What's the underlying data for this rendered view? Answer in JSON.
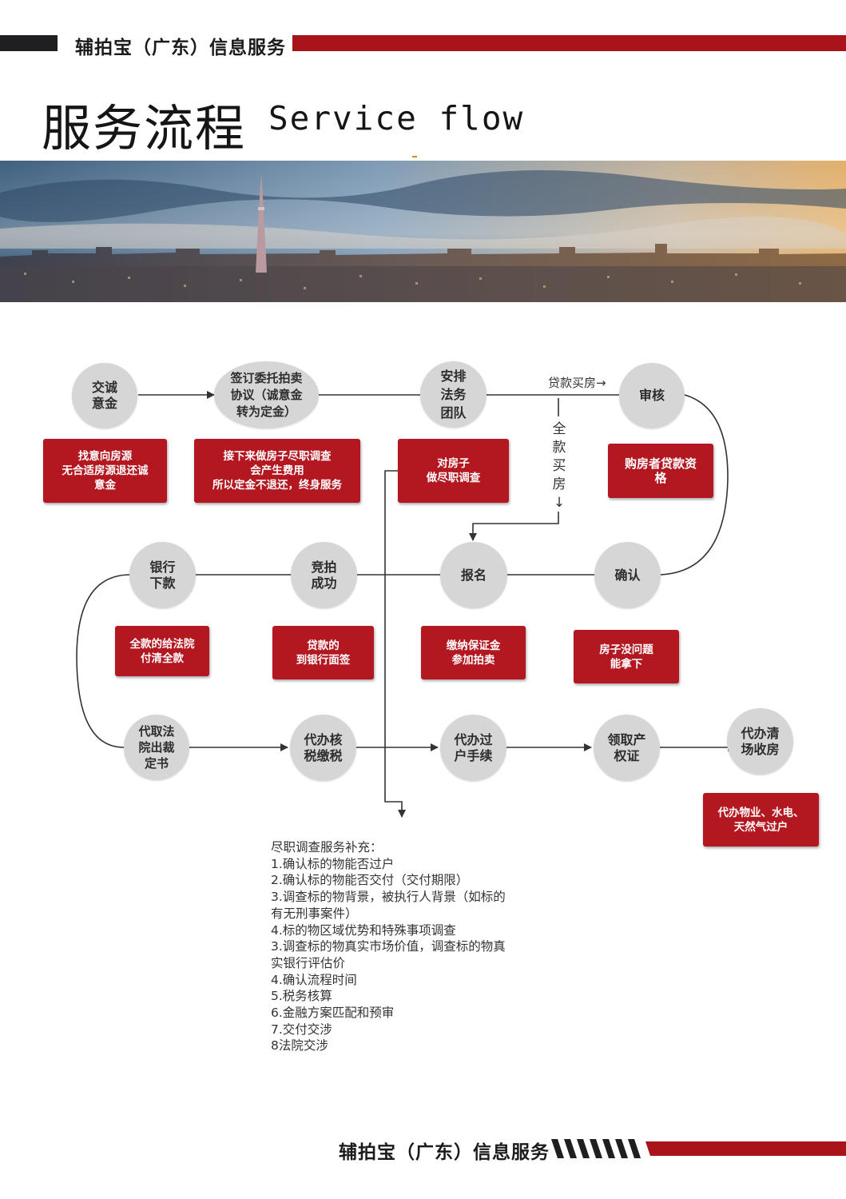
{
  "header": {
    "brand": "辅拍宝（广东）信息服务"
  },
  "title": {
    "cn": "服务流程",
    "en": "Service flow"
  },
  "flow": {
    "nodes": {
      "jiaocheng": "交诚\n意金",
      "qianding": "签订委托拍卖\n协议（诚意金\n转为定金）",
      "anpai": "安排\n法务\n团队",
      "shenhe": "审核",
      "yinhang": "银行\n下款",
      "jingpai": "竞拍\n成功",
      "baoming": "报名",
      "queren": "确认",
      "daiqu": "代取法\n院出裁\n定书",
      "daibanhe": "代办核\n税缴税",
      "daibanguo": "代办过\n户手续",
      "lingqu": "领取产\n权证",
      "daiqing": "代办清\n场收房"
    },
    "boxes": {
      "box1": "找意向房源\n无合适房源退还诚\n意金",
      "box2": "接下来做房子尽职调查\n会产生费用\n所以定金不退还，终身服务",
      "box3": "对房子\n做尽职调查",
      "box4": "购房者贷款资\n格",
      "box5": "全款的给法院\n付清全款",
      "box6": "贷款的\n到银行面签",
      "box7": "缴纳保证金\n参加拍卖",
      "box8": "房子没问题\n能拿下",
      "box9": "代办物业、水电、\n天然气过户"
    },
    "labels": {
      "loan": "贷款买房→",
      "fullpay": "全\n款\n买\n房\n↓"
    }
  },
  "notes": {
    "title": "尽职调查服务补充：",
    "lines": [
      "1.确认标的物能否过户",
      "2.确认标的物能否交付（交付期限）",
      "3.调查标的物背景，被执行人背景（如标的",
      "有无刑事案件）",
      "4.标的物区域优势和特殊事项调查",
      "3.调查标的物真实市场价值，调查标的物真",
      "实银行评估价",
      "4.确认流程时间",
      "5.税务核算",
      "6.金融方案匹配和预审",
      "7.交付交涉",
      "8法院交涉"
    ]
  },
  "footer": {
    "brand": "辅拍宝（广东）信息服务"
  },
  "colors": {
    "brand_red": "#a8141a",
    "box_red": "#b3171f",
    "node_gray": "#d6d6d6",
    "dark": "#1f1f22"
  }
}
